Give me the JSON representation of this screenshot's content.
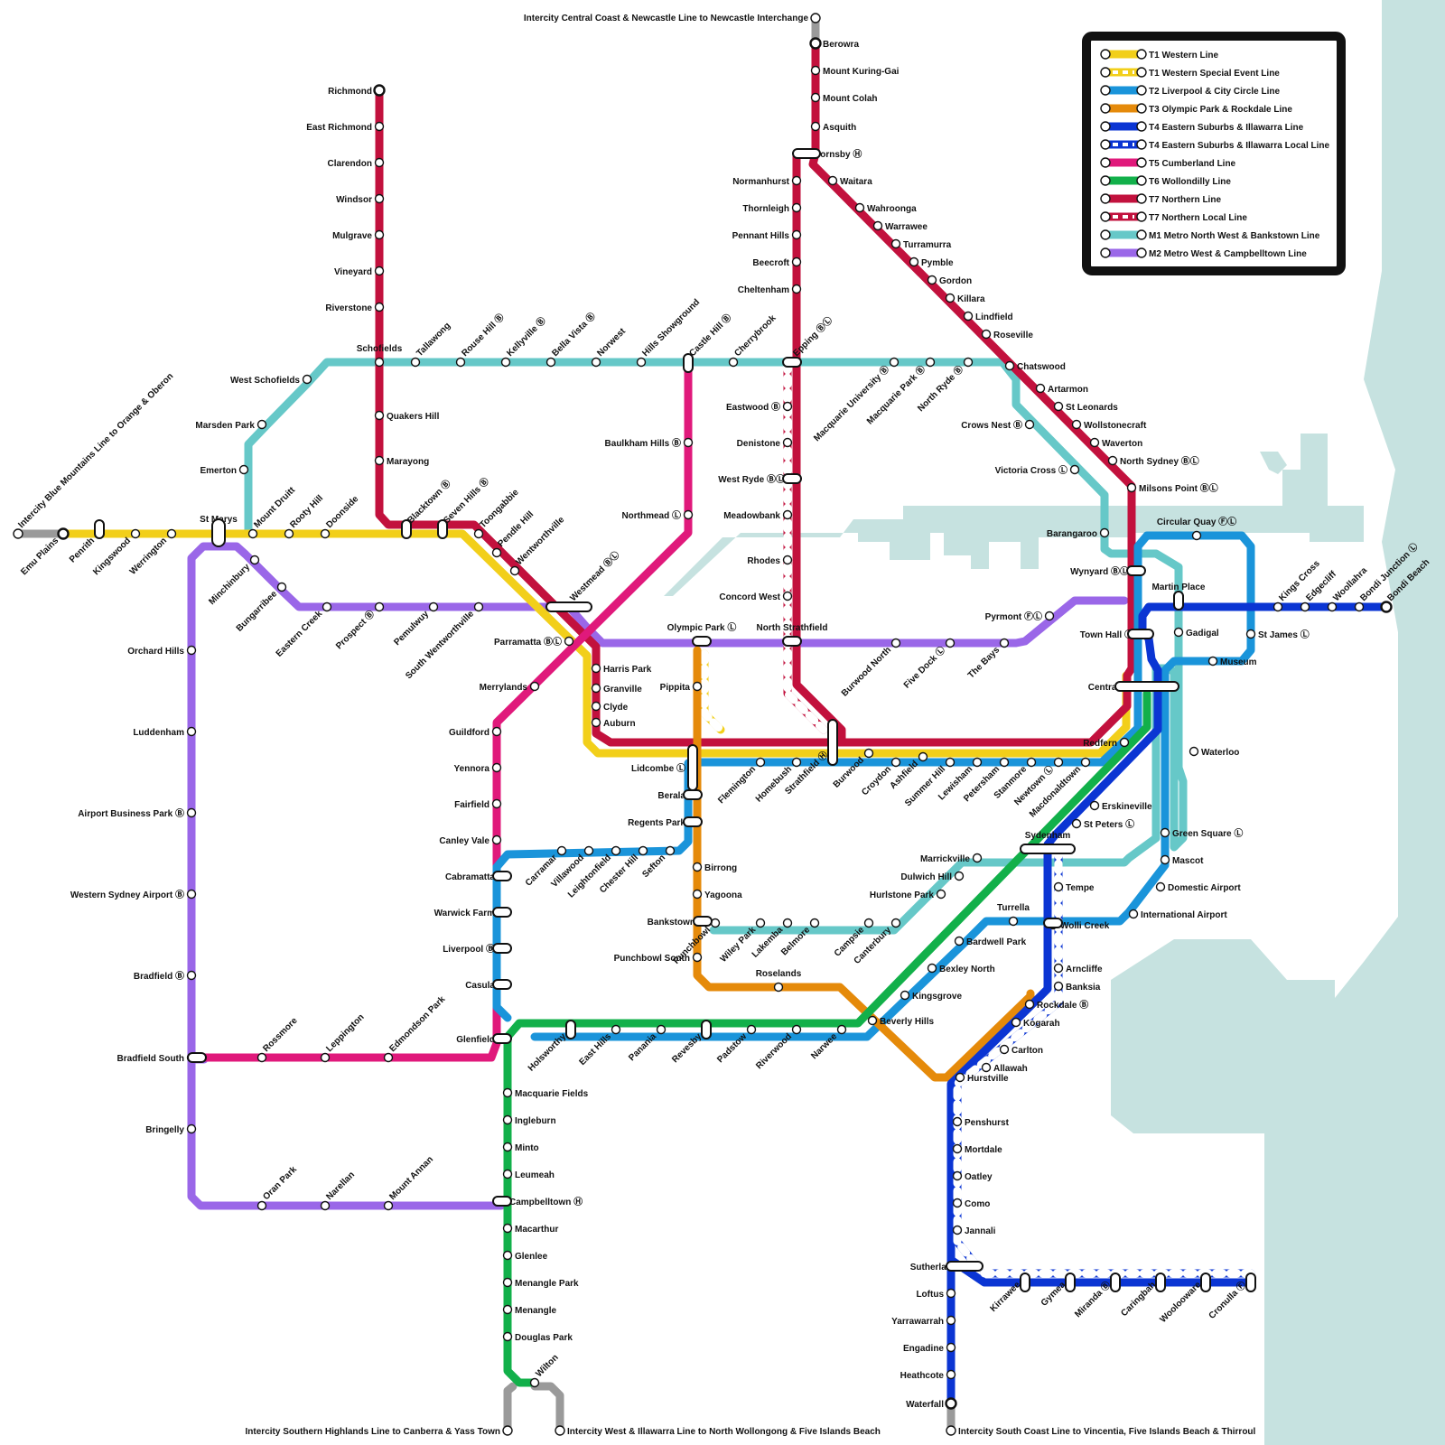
{
  "colors": {
    "T1": "#f2cf1a",
    "T2": "#1a94da",
    "T3": "#e58a0a",
    "T4": "#0b35d3",
    "T5": "#e0197b",
    "T6": "#12b04a",
    "T7": "#c2113d",
    "M1": "#66c8c8",
    "M2": "#9a67e8",
    "water": "#c6e2e0",
    "intercity": "#9a9a9a"
  },
  "legend": [
    {
      "label": "T1 Western Line",
      "color": "#f2cf1a",
      "dashed": false
    },
    {
      "label": "T1 Western Special Event Line",
      "color": "#f2cf1a",
      "dashed": true
    },
    {
      "label": "T2 Liverpool & City Circle Line",
      "color": "#1a94da",
      "dashed": false
    },
    {
      "label": "T3 Olympic Park & Rockdale Line",
      "color": "#e58a0a",
      "dashed": false
    },
    {
      "label": "T4 Eastern Suburbs & Illawarra Line",
      "color": "#0b35d3",
      "dashed": false
    },
    {
      "label": "T4 Eastern Suburbs & Illawarra Local Line",
      "color": "#0b35d3",
      "dashed": true
    },
    {
      "label": "T5 Cumberland Line",
      "color": "#e0197b",
      "dashed": false
    },
    {
      "label": "T6 Wollondilly Line",
      "color": "#12b04a",
      "dashed": false
    },
    {
      "label": "T7 Northern Line",
      "color": "#c2113d",
      "dashed": false
    },
    {
      "label": "T7 Northern Local Line",
      "color": "#c2113d",
      "dashed": true
    },
    {
      "label": "M1 Metro North West & Bankstown Line",
      "color": "#66c8c8",
      "dashed": false
    },
    {
      "label": "M2 Metro West & Campbelltown Line",
      "color": "#9a67e8",
      "dashed": false
    }
  ],
  "intercity": [
    "Intercity Central Coast & Newcastle Line to Newcastle Interchange",
    "Intercity Blue Mountains Line to Orange & Oberon",
    "Intercity Southern Highlands Line to Canberra & Yass Town",
    "Intercity West & Illawarra Line to North Wollongong & Five Islands Beach",
    "Intercity South Coast Line to Vincentia, Five Islands Beach & Thirroul"
  ],
  "stations": {
    "richmond": "Richmond",
    "east_richmond": "East Richmond",
    "clarendon": "Clarendon",
    "windsor": "Windsor",
    "mulgrave": "Mulgrave",
    "vineyard": "Vineyard",
    "riverstone": "Riverstone",
    "schofields": "Schofields",
    "quakers_hill": "Quakers Hill",
    "marayong": "Marayong",
    "west_schofields": "West Schofields",
    "marsden_park": "Marsden Park",
    "emerton": "Emerton",
    "st_marys": "St Marys",
    "emu_plains": "Emu Plains",
    "penrith": "Penrith",
    "kingswood": "Kingswood",
    "werrington": "Werrington",
    "mount_druitt": "Mount Druitt",
    "rooty_hill": "Rooty Hill",
    "doonside": "Doonside",
    "blacktown": "Blacktown Ⓑ",
    "seven_hills": "Seven Hills Ⓑ",
    "toongabbie": "Toongabbie",
    "pendle_hill": "Pendle Hill",
    "wentworthville": "Wentworthville",
    "westmead": "Westmead ⒷⓁ",
    "parramatta": "Parramatta ⒷⓁ",
    "harris_park": "Harris Park",
    "granville": "Granville",
    "clyde": "Clyde",
    "auburn": "Auburn",
    "tallawong": "Tallawong",
    "rouse_hill": "Rouse Hill Ⓑ",
    "kellyville": "Kellyville Ⓑ",
    "bella_vista": "Bella Vista Ⓑ",
    "norwest": "Norwest",
    "hills_showground": "Hills Showground",
    "castle_hill": "Castle Hill Ⓑ",
    "cherrybrook": "Cherrybrook",
    "epping": "Epping ⒷⓁ",
    "macquarie_university": "Macquarie University Ⓑ",
    "macquarie_park": "Macquarie Park Ⓑ",
    "north_ryde": "North Ryde Ⓑ",
    "chatswood": "Chatswood",
    "crows_nest": "Crows Nest Ⓑ",
    "victoria_cross": "Victoria Cross Ⓛ",
    "barangaroo": "Barangaroo",
    "martin_place": "Martin Place",
    "gadigal": "Gadigal",
    "central": "Central ⒽⓁ",
    "waterloo": "Waterloo",
    "sydenham": "Sydenham",
    "marrickville": "Marrickville",
    "dulwich_hill": "Dulwich Hill",
    "hurlstone_park": "Hurlstone Park",
    "canterbury": "Canterbury",
    "campsie": "Campsie",
    "belmore": "Belmore",
    "lakemba": "Lakemba",
    "wiley_park": "Wiley Park",
    "punchbowl": "Punchbowl",
    "bankstown": "Bankstown",
    "berowra": "Berowra",
    "mount_kuring_gai": "Mount Kuring-Gai",
    "mount_colah": "Mount Colah",
    "asquith": "Asquith",
    "hornsby": "Hornsby Ⓗ",
    "waitara": "Waitara",
    "wahroonga": "Wahroonga",
    "warrawee": "Warrawee",
    "turramurra": "Turramurra",
    "pymble": "Pymble",
    "gordon": "Gordon",
    "killara": "Killara",
    "lindfield": "Lindfield",
    "roseville": "Roseville",
    "artarmon": "Artarmon",
    "st_leonards": "St Leonards",
    "wollstonecraft": "Wollstonecraft",
    "waverton": "Waverton",
    "north_sydney": "North Sydney ⒷⓁ",
    "milsons_point": "Milsons Point ⒷⓁ",
    "normanhurst": "Normanhurst",
    "thornleigh": "Thornleigh",
    "pennant_hills": "Pennant Hills",
    "beecroft": "Beecroft",
    "cheltenham": "Cheltenham",
    "eastwood": "Eastwood Ⓑ",
    "denistone": "Denistone",
    "west_ryde": "West Ryde ⒷⓁ",
    "meadowbank": "Meadowbank",
    "rhodes": "Rhodes",
    "concord_west": "Concord West",
    "north_strathfield": "North Strathfield",
    "baulkham_hills": "Baulkham Hills Ⓑ",
    "northmead": "Northmead Ⓛ",
    "merrylands": "Merrylands",
    "guildford": "Guildford",
    "yennora": "Yennora",
    "fairfield": "Fairfield",
    "canley_vale": "Canley Vale",
    "cabramatta": "Cabramatta",
    "warwick_farm": "Warwick Farm",
    "liverpool": "Liverpool Ⓑ",
    "casula": "Casula",
    "glenfield": "Glenfield",
    "macquarie_fields": "Macquarie Fields",
    "ingleburn": "Ingleburn",
    "minto": "Minto",
    "leumeah": "Leumeah",
    "campbelltown": "Campbelltown Ⓗ",
    "macarthur": "Macarthur",
    "glenlee": "Glenlee",
    "menangle_park": "Menangle Park",
    "menangle": "Menangle",
    "douglas_park": "Douglas Park",
    "wilton": "Wilton",
    "minchinbury": "Minchinbury",
    "bungarribee": "Bungarribee",
    "eastern_creek": "Eastern Creek",
    "prospect": "Prospect Ⓑ",
    "pemulwuy": "Pemulwuy",
    "south_wentworthville": "South Wentworthville",
    "orchard_hills": "Orchard Hills",
    "luddenham": "Luddenham",
    "airport_business_park": "Airport Business Park Ⓑ",
    "western_sydney_airport": "Western Sydney Airport Ⓑ",
    "bradfield": "Bradfield Ⓑ",
    "bradfield_south": "Bradfield South",
    "bringelly": "Bringelly",
    "rossmore": "Rossmore",
    "leppington": "Leppington",
    "edmondson_park": "Edmondson Park",
    "oran_park": "Oran Park",
    "narellan": "Narellan",
    "mount_annan": "Mount Annan",
    "olympic_park": "Olympic Park Ⓛ",
    "pippita": "Pippita",
    "lidcombe": "Lidcombe Ⓛ",
    "berala": "Berala",
    "regents_park": "Regents Park",
    "birrong": "Birrong",
    "yagoona": "Yagoona",
    "punchbowl_south": "Punchbowl South",
    "roselands": "Roselands",
    "carramar": "Carramar",
    "villawood": "Villawood",
    "leightonfield": "Leightonfield",
    "chester_hill": "Chester Hill",
    "sefton": "Sefton",
    "flemington": "Flemington",
    "homebush": "Homebush",
    "strathfield": "Strathfield Ⓗ",
    "burwood": "Burwood",
    "croydon": "Croydon",
    "ashfield": "Ashfield",
    "summer_hill": "Summer Hill",
    "lewisham": "Lewisham",
    "petersham": "Petersham",
    "stanmore": "Stanmore",
    "newtown": "Newtown Ⓛ",
    "macdonaldtown": "Macdonaldtown",
    "redfern": "Redfern",
    "burwood_north": "Burwood North",
    "five_dock": "Five Dock Ⓛ",
    "the_bays": "The Bays",
    "pyrmont": "Pyrmont ⒻⓁ",
    "wynyard": "Wynyard ⒷⓁ",
    "town_hall": "Town Hall Ⓛ",
    "circular_quay": "Circular Quay ⒻⓁ",
    "st_james": "St James Ⓛ",
    "museum": "Museum",
    "kings_cross": "Kings Cross",
    "edgecliff": "Edgecliff",
    "woollahra": "Woollahra",
    "bondi_junction": "Bondi Junction Ⓛ",
    "bondi_beach": "Bondi Beach",
    "erskineville": "Erskineville",
    "st_peters": "St Peters Ⓛ",
    "green_square": "Green Square Ⓛ",
    "mascot": "Mascot",
    "domestic_airport": "Domestic Airport",
    "international_airport": "International Airport",
    "tempe": "Tempe",
    "turrella": "Turrella",
    "wolli_creek": "Wolli Creek",
    "bardwell_park": "Bardwell Park",
    "bexley_north": "Bexley North",
    "kingsgrove": "Kingsgrove",
    "beverly_hills": "Beverly Hills",
    "arncliffe": "Arncliffe",
    "banksia": "Banksia",
    "rockdale": "Rockdale Ⓑ",
    "kogarah": "Kogarah",
    "carlton": "Carlton",
    "allawah": "Allawah",
    "hurstville": "Hurstville",
    "penshurst": "Penshurst",
    "mortdale": "Mortdale",
    "oatley": "Oatley",
    "como": "Como",
    "jannali": "Jannali",
    "sutherland": "Sutherland",
    "loftus": "Loftus",
    "yarrawarrah": "Yarrawarrah",
    "engadine": "Engadine",
    "heathcote": "Heathcote",
    "waterfall": "Waterfall",
    "kirrawee": "Kirrawee",
    "gymea": "Gymea",
    "miranda": "Miranda Ⓑ",
    "caringbah": "Caringbah",
    "woolooware": "Woolooware",
    "cronulla": "Cronulla Ⓕ",
    "holsworthy": "Holsworthy",
    "east_hills": "East Hills",
    "panania": "Panania",
    "revesby": "Revesby",
    "padstow": "Padstow",
    "riverwood": "Riverwood",
    "narwee": "Narwee"
  }
}
